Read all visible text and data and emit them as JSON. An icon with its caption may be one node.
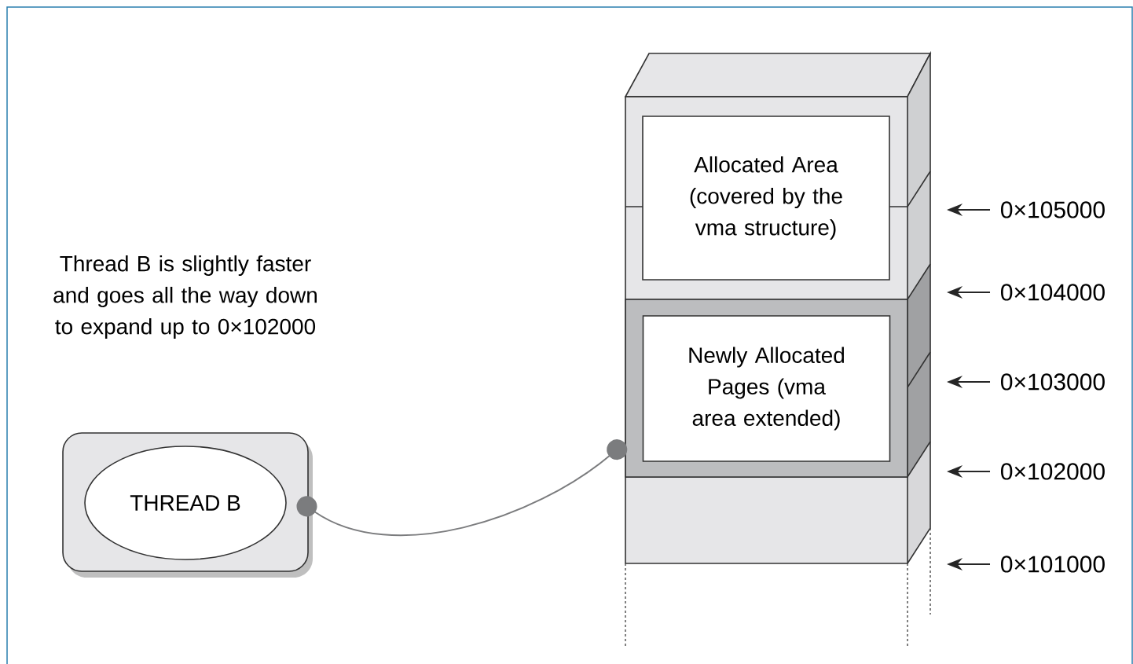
{
  "diagram": {
    "nodes": [
      {
        "text": [],
        "shape": "box"
      },
      {
        "text": [
          "THREAD B"
        ],
        "in": 0
      },
      {
        "text": [
          "Allocated Area (covered by the vma structure)"
        ]
      },
      {
        "text": [],
        "shape": "band"
      },
      {
        "text": [
          "Newly Allocated Pages (vma area extended)"
        ],
        "in": 3
      },
      {
        "text": [
          "0×105000"
        ]
      },
      {
        "text": [
          "0×104000"
        ]
      },
      {
        "text": [
          "0×103000"
        ]
      },
      {
        "text": [
          "0×102000"
        ]
      },
      {
        "text": [
          "0×101000"
        ]
      }
    ],
    "edges": [
      {
        "from": 0,
        "to": 3,
        "arrow": "other",
        "color": "#7b7c7e"
      },
      {
        "from": 5,
        "to": null,
        "arrow": "to"
      },
      {
        "from": 6,
        "to": null,
        "arrow": "to"
      },
      {
        "from": 7,
        "to": null,
        "arrow": "to"
      },
      {
        "from": 8,
        "to": null,
        "arrow": "to"
      },
      {
        "from": 9,
        "to": null,
        "arrow": "to"
      }
    ],
    "labels": [
      "Thread B is slightly faster and goes all the way down to expand up to 0×102000"
    ]
  }
}
